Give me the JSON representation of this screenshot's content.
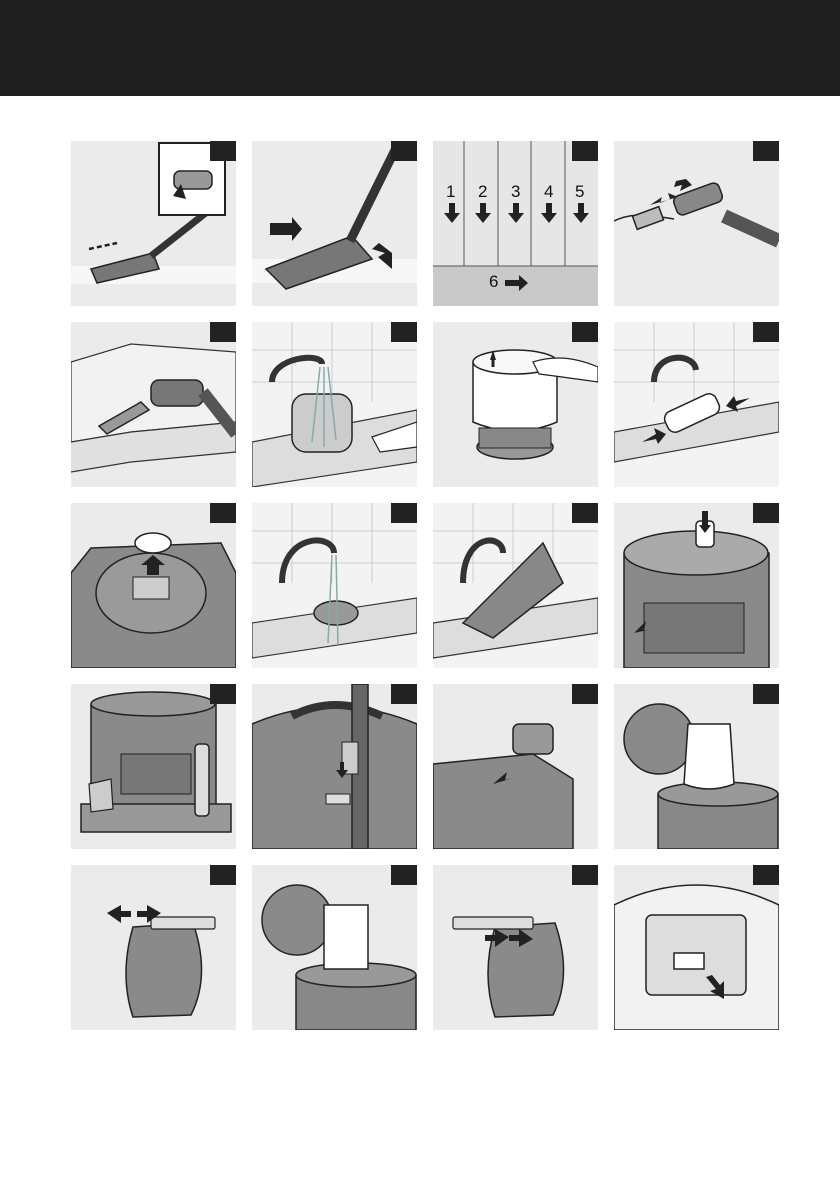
{
  "page": {
    "background": "#ffffff",
    "header_color": "#1f1f1f",
    "panel_color": "#ebebeb",
    "ink": "#222222"
  },
  "panels": [
    {
      "step_name": "nozzle-use-carpet",
      "icons": [
        "arrow-icon"
      ]
    },
    {
      "step_name": "nozzle-suction-carpet",
      "icons": [
        "arrow-icon"
      ]
    },
    {
      "step_name": "cleaning-pattern",
      "stripe_labels": [
        "1",
        "2",
        "3",
        "4",
        "5"
      ],
      "bottom_label": "6"
    },
    {
      "step_name": "attach-crevice-tool",
      "icons": [
        "arrow-icon"
      ]
    },
    {
      "step_name": "clean-sofa",
      "icons": []
    },
    {
      "step_name": "rinse-filter-housing",
      "icons": []
    },
    {
      "step_name": "remove-filter-cover",
      "icons": [
        "arrow-icon"
      ]
    },
    {
      "step_name": "rinse-filter",
      "icons": [
        "arrow-icon"
      ]
    },
    {
      "step_name": "remove-motor-filter",
      "icons": [
        "arrow-icon"
      ]
    },
    {
      "step_name": "rinse-motor-filter",
      "icons": []
    },
    {
      "step_name": "rinse-nozzle",
      "icons": []
    },
    {
      "step_name": "press-release-button",
      "icons": [
        "arrow-icon"
      ]
    },
    {
      "step_name": "store-accessories",
      "icons": []
    },
    {
      "step_name": "park-tube",
      "icons": [
        "arrow-icon"
      ]
    },
    {
      "step_name": "open-bag-holder",
      "icons": [
        "arrow-icon"
      ]
    },
    {
      "step_name": "remove-bag",
      "icons": []
    },
    {
      "step_name": "slide-bag-clip",
      "icons": [
        "arrow-icon"
      ]
    },
    {
      "step_name": "insert-paper-bag",
      "icons": []
    },
    {
      "step_name": "close-bag-clip",
      "icons": [
        "arrow-icon"
      ]
    },
    {
      "step_name": "bag-full-indicator",
      "icons": [
        "arrow-icon"
      ]
    }
  ]
}
